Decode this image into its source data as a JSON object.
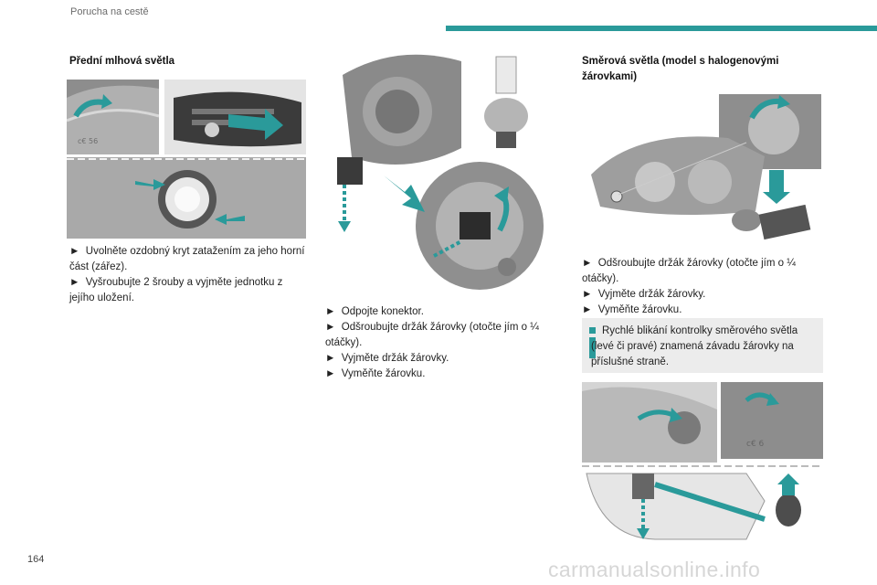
{
  "header": {
    "section_title": "Porucha na cestě",
    "accent_color": "#2a9a9a"
  },
  "page_number": "164",
  "watermark": "carmanualsonline.info",
  "fog_lights": {
    "heading": "Přední mlhová světla",
    "steps": [
      "►  Uvolněte ozdobný kryt zatažením za jeho horní část (zářez).",
      "►  Vyšroubujte 2 šrouby a vyjměte jednotku z jejího uložení."
    ]
  },
  "fog_bulb": {
    "steps": [
      "►  Odpojte konektor.",
      "►  Odšroubujte držák žárovky (otočte jím o ¼ otáčky).",
      "►  Vyjměte držák žárovky.",
      "►  Vyměňte žárovku."
    ]
  },
  "indicators": {
    "heading": "Směrová světla (model s halogenovými žárovkami)",
    "steps": [
      "►  Odšroubujte držák žárovky (otočte jím o ¼ otáčky).",
      "►  Vyjměte držák žárovky.",
      "►  Vyměňte žárovku."
    ],
    "note": "Rychlé blikání kontrolky směrového světla (levé či pravé) znamená závadu žárovky na příslušné straně.",
    "note_icon": "info-icon"
  },
  "colors": {
    "arrow": "#2a9a9a",
    "illustration_gray": "#9a9a9a",
    "note_bg": "#ececec"
  }
}
